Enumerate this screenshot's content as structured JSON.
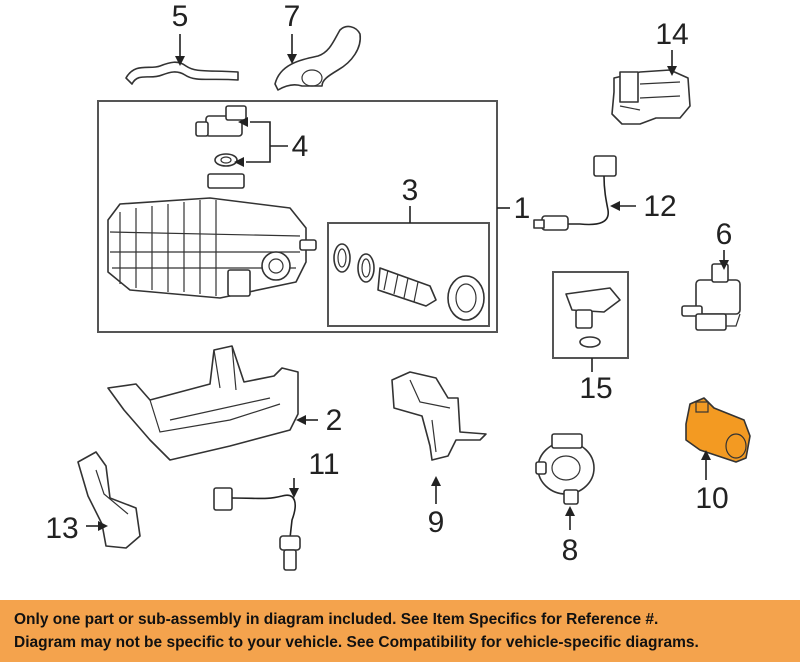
{
  "callouts": {
    "c1": "1",
    "c2": "2",
    "c3": "3",
    "c4": "4",
    "c5": "5",
    "c6": "6",
    "c7": "7",
    "c8": "8",
    "c9": "9",
    "c10": "10",
    "c11": "11",
    "c12": "12",
    "c13": "13",
    "c14": "14",
    "c15": "15"
  },
  "highlight_color": "#f39a22",
  "banner_color": "#f4a34d",
  "disclaimer": {
    "line1": "Only one part or sub-assembly in diagram included. See Item Specifics for Reference #.",
    "line2": "Diagram may not be specific to your vehicle. See Compatibility for vehicle-specific diagrams."
  }
}
